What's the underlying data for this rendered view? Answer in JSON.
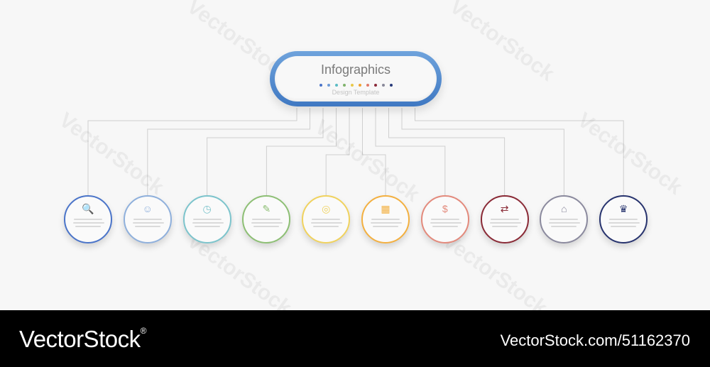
{
  "header": {
    "title": "Infographics",
    "subtitle": "Design Template",
    "dot_colors": [
      "#4a74c9",
      "#6f9bd6",
      "#5bbcc4",
      "#7fb36b",
      "#e8c84a",
      "#f0a030",
      "#e07a6a",
      "#8a2a3a",
      "#888899",
      "#283a7a"
    ]
  },
  "steps": [
    {
      "color": "#4a74c9",
      "icon": "magnifier-icon",
      "glyph": "🔍"
    },
    {
      "color": "#8fb0dc",
      "icon": "head-idea-icon",
      "glyph": "☺"
    },
    {
      "color": "#7cc4cc",
      "icon": "clock-icon",
      "glyph": "◷"
    },
    {
      "color": "#8dbf74",
      "icon": "document-edit-icon",
      "glyph": "✎"
    },
    {
      "color": "#f0d25e",
      "icon": "target-icon",
      "glyph": "◎"
    },
    {
      "color": "#f3b040",
      "icon": "calendar-icon",
      "glyph": "▦"
    },
    {
      "color": "#e38a7c",
      "icon": "dollar-coin-icon",
      "glyph": "$"
    },
    {
      "color": "#8a2a36",
      "icon": "people-exchange-icon",
      "glyph": "⇄"
    },
    {
      "color": "#8b8a9e",
      "icon": "house-icon",
      "glyph": "⌂"
    },
    {
      "color": "#27336e",
      "icon": "trophy-icon",
      "glyph": "♛"
    }
  ],
  "watermark": "VectorStock",
  "footer": {
    "brand": "VectorStock",
    "registered": "®",
    "url": "VectorStock.com/51162370"
  }
}
